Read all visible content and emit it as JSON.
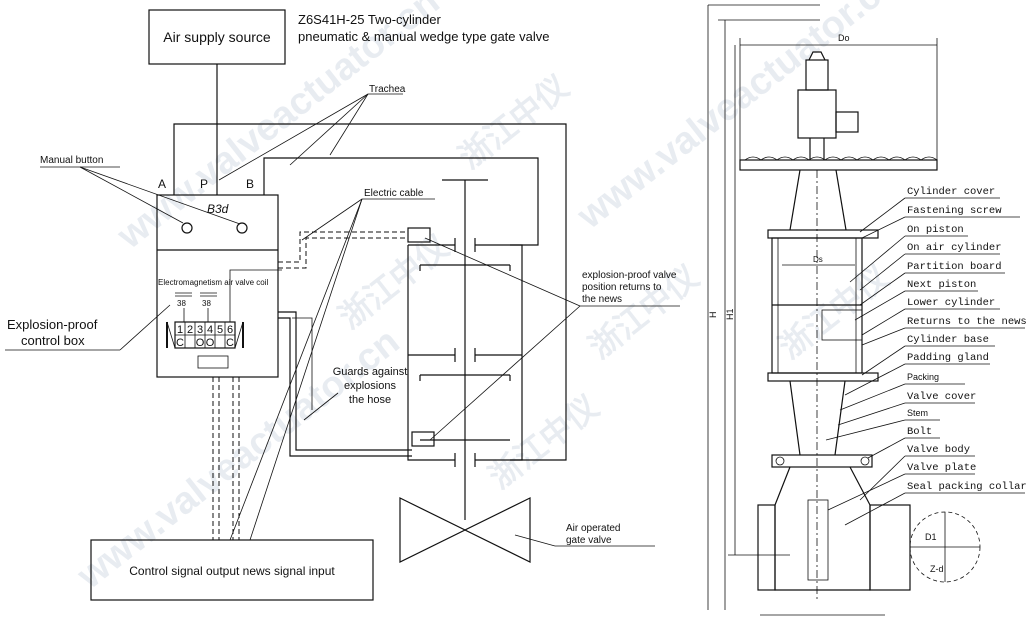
{
  "left_diagram": {
    "title_line1": "Z6S41H-25 Two-cylinder",
    "title_line2": "pneumatic & manual wedge type gate valve",
    "air_supply": "Air supply source",
    "trachea": "Trachea",
    "manual_button": "Manual button",
    "port_a": "A",
    "port_p": "P",
    "port_b": "B",
    "b3d": "B3d",
    "electric_cable": "Electric cable",
    "coil_label": "Electromagnetism air valve coil",
    "coil_1": "38",
    "coil_2": "38",
    "terminals": [
      "1",
      "2",
      "3",
      "4",
      "5",
      "6"
    ],
    "terminal_marks": [
      "C",
      "",
      "O",
      "O",
      "",
      "C"
    ],
    "explosion_box_line1": "Explosion-proof",
    "explosion_box_line2": "control box",
    "position_return_line1": "explosion-proof valve",
    "position_return_line2": "position returns to",
    "position_return_line3": "the news",
    "guards_line1": "Guards against",
    "guards_line2": "explosions",
    "guards_line3": "the hose",
    "gate_valve_line1": "Air operated",
    "gate_valve_line2": "gate valve",
    "control_signal": "Control signal output news signal input"
  },
  "right_diagram": {
    "do_label": "Do",
    "ds_label": "Ds",
    "h_label": "H",
    "h1_label": "H1",
    "d1_label": "D1",
    "zd_label": "Z-d",
    "parts": [
      "Cylinder cover",
      "Fastening screw",
      "On piston",
      "On air cylinder",
      "Partition board",
      "Next piston",
      "Lower cylinder",
      "Returns to the news",
      "Cylinder base",
      "Padding gland",
      "Packing",
      "Valve cover",
      "Stem",
      "Bolt",
      "Valve body",
      "Valve plate",
      "Seal packing collar"
    ]
  },
  "watermarks": [
    "www.valveactuator.cn",
    "浙江中仪"
  ]
}
